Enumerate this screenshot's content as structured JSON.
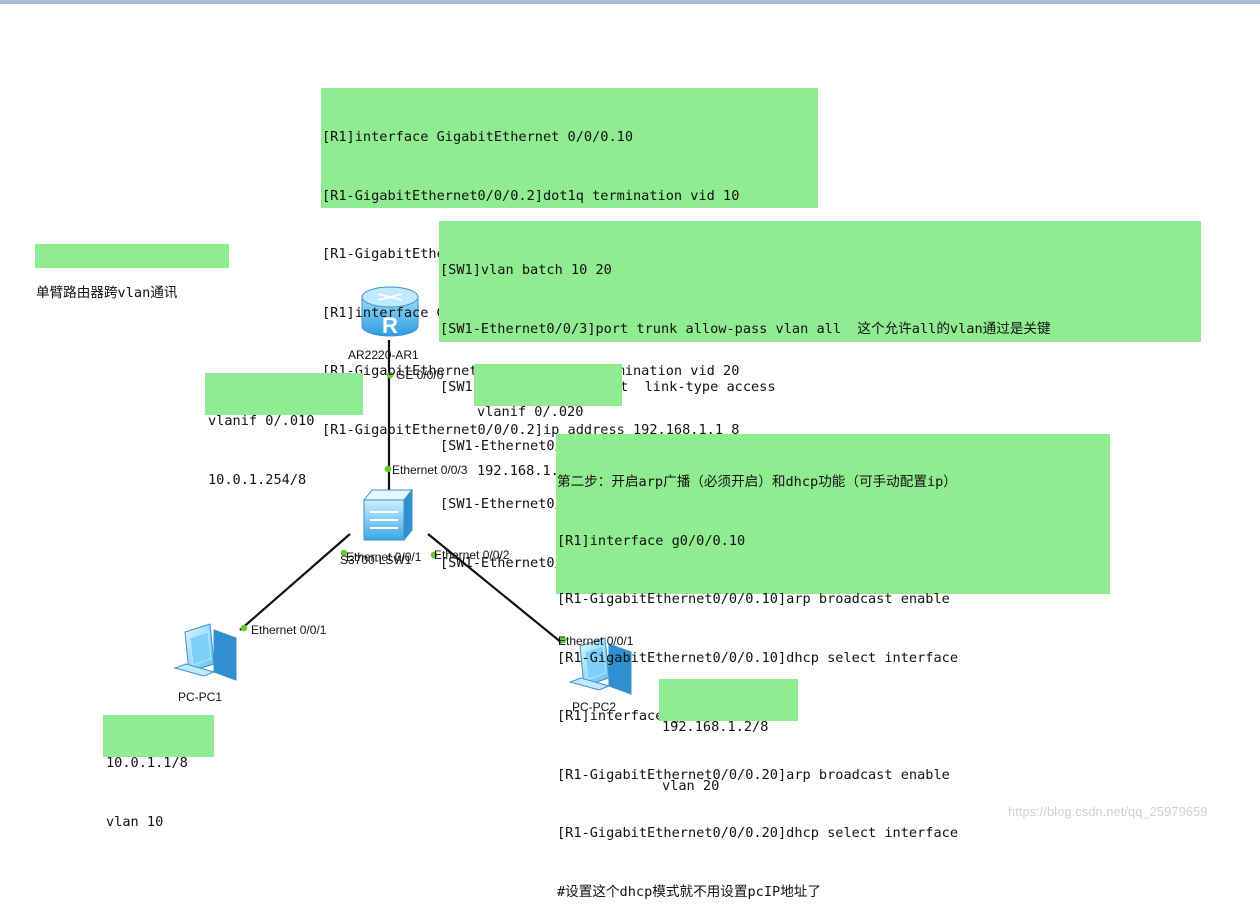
{
  "notes": {
    "r1_config": [
      "[R1]interface GigabitEthernet 0/0/0.10",
      "[R1-GigabitEthernet0/0/0.2]dot1q termination vid 10",
      "[R1-GigabitEthernet0/0/0.2]ip address 10.0.1.254 8",
      "[R1]interface GigabitEthernet 0/0/0.20",
      "[R1-GigabitEthernet0/0/0.2]dot1q termination vid 20",
      "[R1-GigabitEthernet0/0/0.2]ip address 192.168.1.1 8"
    ],
    "title": "单臂路由器跨vlan通讯",
    "sw1_config": [
      "[SW1]vlan batch 10 20",
      "[SW1-Ethernet0/0/3]port trunk allow-pass vlan all  这个允许all的vlan通过是关键",
      "[SW1-Ethernet0/0/1]port  link-type access",
      "[SW1-Ethernet0/0/1]port  defeat vid 10",
      "[SW1-Ethernet0/0/2]port  link-type access",
      "[SW1-Ethernet0/0/2]port  defeat vid 20"
    ],
    "vlanif10": [
      "vlanif 0/.010",
      "10.0.1.254/8"
    ],
    "vlanif20": [
      "vlanif 0/.020",
      "192.168.1.1/8"
    ],
    "step2": [
      "第二步：开启arp广播（必须开启）和dhcp功能（可手动配置ip）",
      "[R1]interface g0/0/0.10",
      "[R1-GigabitEthernet0/0/0.10]arp broadcast enable",
      "[R1-GigabitEthernet0/0/0.10]dhcp select interface",
      "[R1]interface g0/0/0.20",
      "[R1-GigabitEthernet0/0/0.20]arp broadcast enable",
      "[R1-GigabitEthernet0/0/0.20]dhcp select interface",
      "#设置这个dhcp模式就不用设置pcIP地址了"
    ],
    "pc1_info": [
      "10.0.1.1/8",
      "vlan 10"
    ],
    "pc2_info": [
      "192.168.1.2/8",
      "vlan 20"
    ]
  },
  "devices": {
    "router": {
      "name": "AR2220-AR1",
      "icon": "router-icon",
      "glyph": "R"
    },
    "switch": {
      "name": "S3700-LSW1",
      "icon": "switch-icon"
    },
    "pc1": {
      "name": "PC-PC1",
      "icon": "pc-icon"
    },
    "pc2": {
      "name": "PC-PC2",
      "icon": "pc-icon"
    }
  },
  "ports": {
    "router_ge": "GE 0/0/0",
    "switch_e3": "Ethernet 0/0/3",
    "switch_e1": "Ethernet 0/0/1",
    "switch_e2": "Ethernet 0/0/2",
    "pc1_e1": "Ethernet 0/0/1",
    "pc2_e1": "Ethernet 0/0/1"
  },
  "watermark": "https://blog.csdn.net/qq_25979659",
  "colors": {
    "note_bg": "#90ec90",
    "link": "#111111",
    "port_dot": "#66cc33",
    "device_blue": "#4fb6ee"
  }
}
